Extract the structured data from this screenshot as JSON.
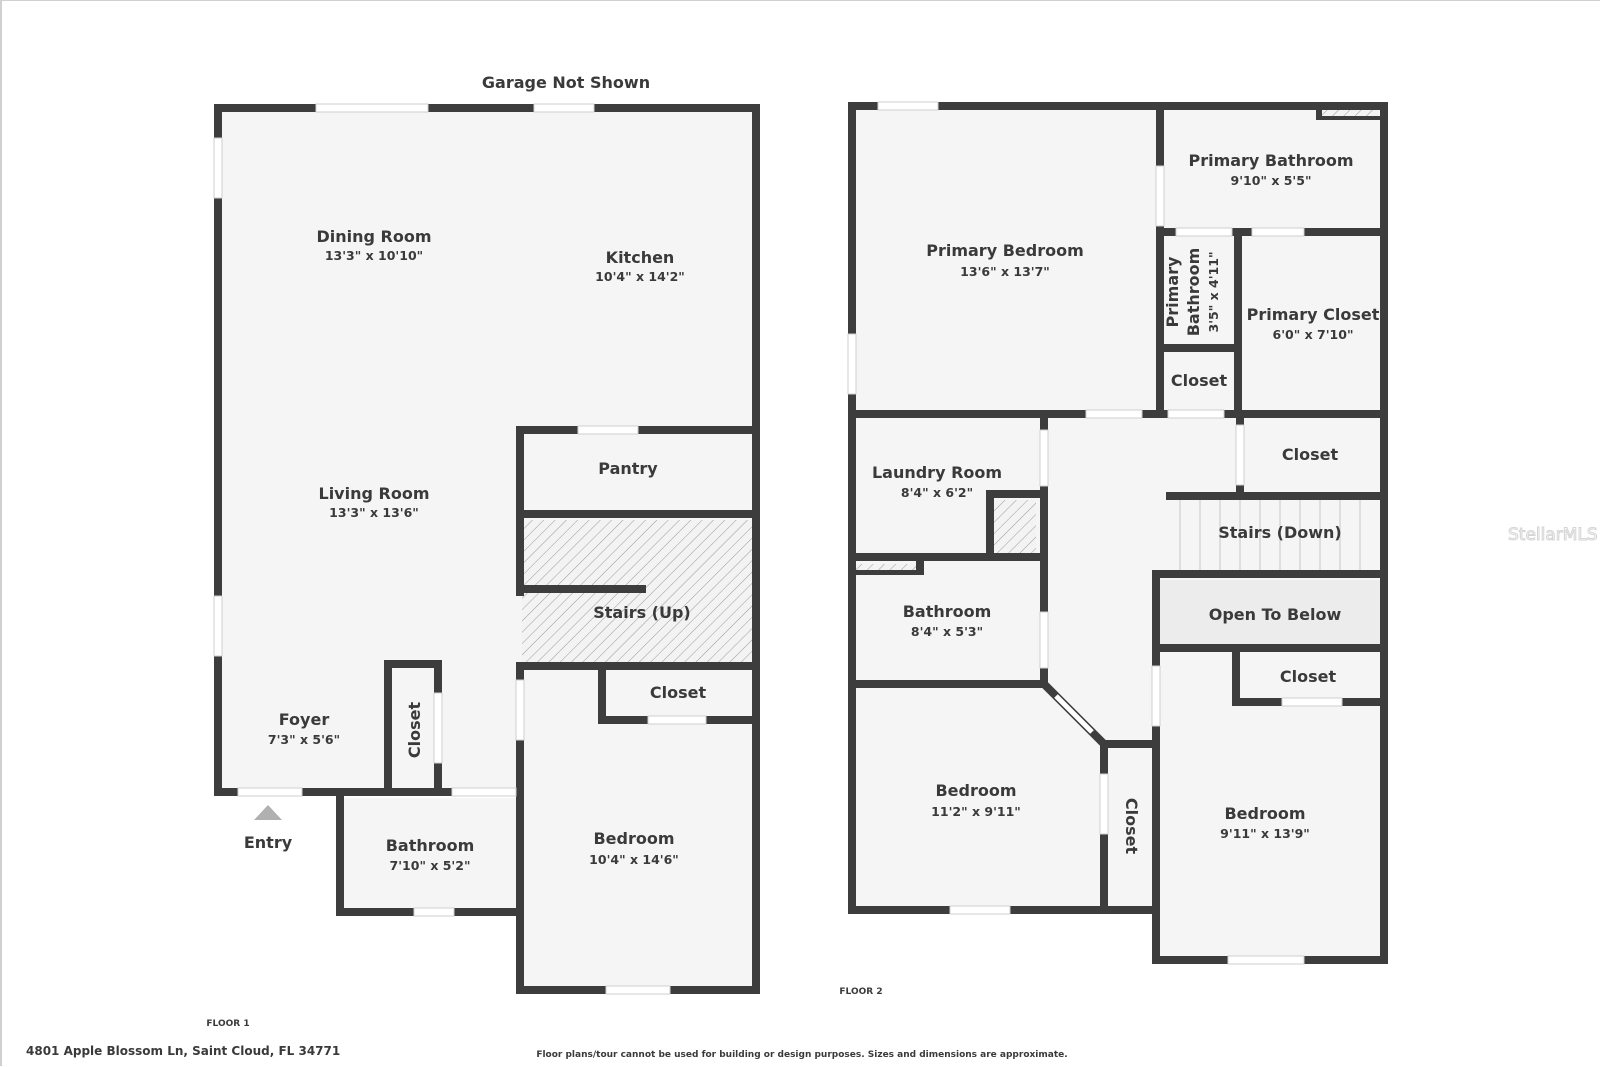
{
  "header": {
    "note": "Garage Not Shown"
  },
  "floor1": {
    "label": "FLOOR 1",
    "entry_label": "Entry",
    "rooms": [
      {
        "name": "Dining Room",
        "dims": "13'3\" x 10'10\""
      },
      {
        "name": "Kitchen",
        "dims": "10'4\" x 14'2\""
      },
      {
        "name": "Living Room",
        "dims": "13'3\" x 13'6\""
      },
      {
        "name": "Pantry",
        "dims": ""
      },
      {
        "name": "Stairs (Up)",
        "dims": ""
      },
      {
        "name": "Foyer",
        "dims": "7'3\" x 5'6\""
      },
      {
        "name": "Closet",
        "dims": ""
      },
      {
        "name": "Closet",
        "dims": ""
      },
      {
        "name": "Bathroom",
        "dims": "7'10\" x 5'2\""
      },
      {
        "name": "Bedroom",
        "dims": "10'4\" x 14'6\""
      }
    ]
  },
  "floor2": {
    "label": "FLOOR 2",
    "rooms": [
      {
        "name": "Primary Bedroom",
        "dims": "13'6\" x 13'7\""
      },
      {
        "name": "Primary Bathroom",
        "dims": "9'10\" x 5'5\""
      },
      {
        "name_line1": "Primary",
        "name_line2": "Bathroom",
        "dims": "3'5\" x 4'11\""
      },
      {
        "name": "Primary Closet",
        "dims": "6'0\" x 7'10\""
      },
      {
        "name": "Closet",
        "dims": ""
      },
      {
        "name": "Closet",
        "dims": ""
      },
      {
        "name": "Laundry Room",
        "dims": "8'4\" x 6'2\""
      },
      {
        "name": "Stairs (Down)",
        "dims": ""
      },
      {
        "name": "Bathroom",
        "dims": "8'4\" x 5'3\""
      },
      {
        "name": "Open To Below",
        "dims": ""
      },
      {
        "name": "Closet",
        "dims": ""
      },
      {
        "name": "Bedroom",
        "dims": "11'2\" x 9'11\""
      },
      {
        "name": "Closet",
        "dims": ""
      },
      {
        "name": "Bedroom",
        "dims": "9'11\" x 13'9\""
      }
    ]
  },
  "footer": {
    "address": "4801 Apple Blossom Ln, Saint Cloud, FL 34771",
    "disclaimer": "Floor plans/tour cannot be used for building or design purposes. Sizes and dimensions are approximate."
  },
  "watermark": "StellarMLS",
  "colors": {
    "wall": "#3d3d3d",
    "floor": "#f5f5f5",
    "open_to_below": "#ececec",
    "text": "#3a3a3a"
  }
}
